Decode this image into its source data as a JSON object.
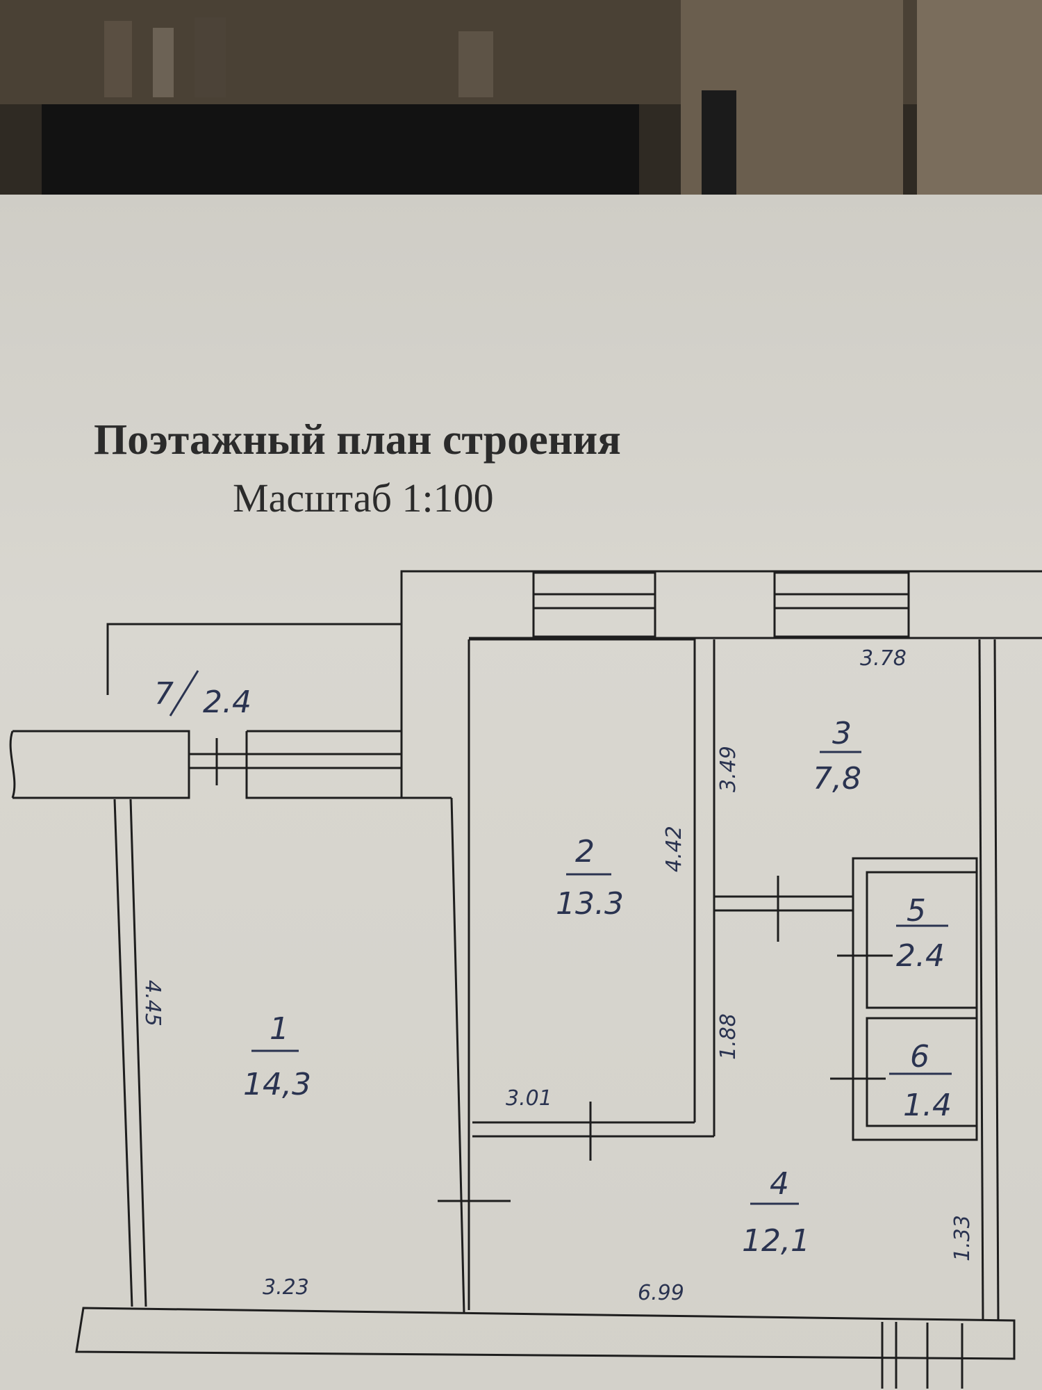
{
  "header": {
    "title": "Поэтажный план строения",
    "scale": "Масштаб 1:100"
  },
  "rooms": [
    {
      "number": "1",
      "area": "14,3"
    },
    {
      "number": "2",
      "area": "13.3"
    },
    {
      "number": "3",
      "area": "7,8"
    },
    {
      "number": "4",
      "area": "12,1"
    },
    {
      "number": "5",
      "area": "2.4"
    },
    {
      "number": "6",
      "area": "1.4"
    },
    {
      "number": "7",
      "area": "2.4"
    }
  ],
  "dimensions": {
    "room1_height": "4.45",
    "room1_width": "3.23",
    "room2_height": "4.42",
    "room2_width": "3.01",
    "room3_width": "3.78",
    "room3_height": "3.49",
    "corridor_segment": "1.88",
    "hall_length": "6.99",
    "hall_right": "1.33"
  },
  "colors": {
    "ink": "#1e1e1e",
    "handwriting": "#2a3350",
    "paper": "#d6d4cd"
  }
}
